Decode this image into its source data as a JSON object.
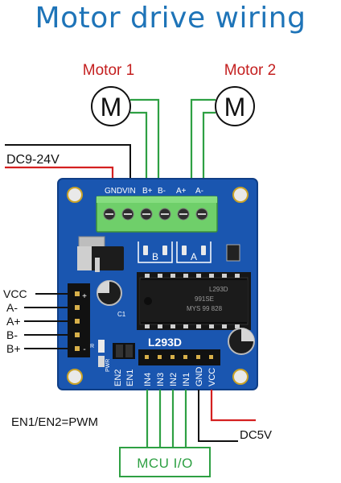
{
  "title": "Motor drive wiring",
  "motors": [
    {
      "label": "Motor 1",
      "symbol": "M"
    },
    {
      "label": "Motor 2",
      "symbol": "M"
    }
  ],
  "power_label": "DC9-24V",
  "terminal_labels": [
    "GND",
    "VIN",
    "B+",
    "B-",
    "A+",
    "A-"
  ],
  "left_pins": [
    "VCC",
    "A-",
    "A+",
    "B-",
    "B+"
  ],
  "chip_label": "L293D",
  "chip_marking": [
    "L293D",
    "991SE",
    "MYS 99 828"
  ],
  "board_marks": {
    "bracket_b": "B",
    "bracket_a": "A",
    "c1": "C1",
    "pwr": "PWR",
    "r": "R"
  },
  "bottom_header_labels": [
    "EN2",
    "EN1",
    "IN4",
    "IN3",
    "IN2",
    "IN1",
    "GND",
    "VCC"
  ],
  "en_note": "EN1/EN2=PWM",
  "dc5v_label": "DC5V",
  "mcu_label": "MCU I/O",
  "colors": {
    "title": "#1e74b8",
    "motor_label": "#c41f1f",
    "board": "#1a56b0",
    "terminal": "#6fcf6a",
    "wire_green": "#2ea043",
    "wire_red": "#d42020"
  }
}
